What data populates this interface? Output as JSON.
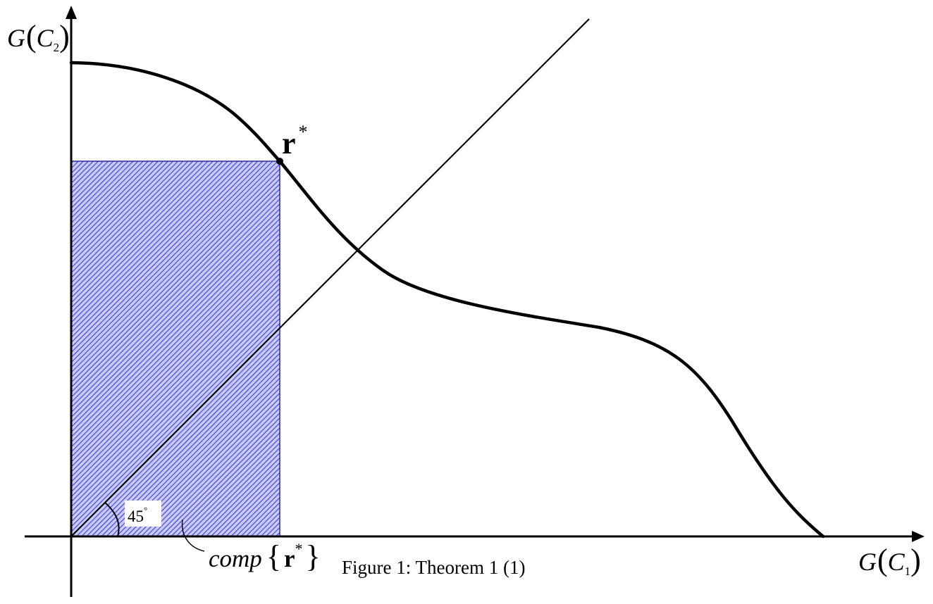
{
  "figure": {
    "caption": "Figure 1: Theorem 1 (1)",
    "y_axis_label": {
      "main": "G",
      "lparen": "(",
      "var": "C",
      "sub": "2",
      "rparen": ")"
    },
    "x_axis_label": {
      "main": "G",
      "lparen": "(",
      "var": "C",
      "sub": "1",
      "rparen": ")"
    },
    "point_label": {
      "base": "r",
      "sup": "*"
    },
    "angle_label": {
      "value": "45",
      "sup": "°"
    },
    "region_label": {
      "prefix": "comp",
      "lbrace": "{",
      "base": "r",
      "sup": "*",
      "rbrace": "}"
    },
    "colors": {
      "hatch": "#3a3ae0",
      "region_fill": "#c9cbf6",
      "stroke": "#000000"
    }
  }
}
